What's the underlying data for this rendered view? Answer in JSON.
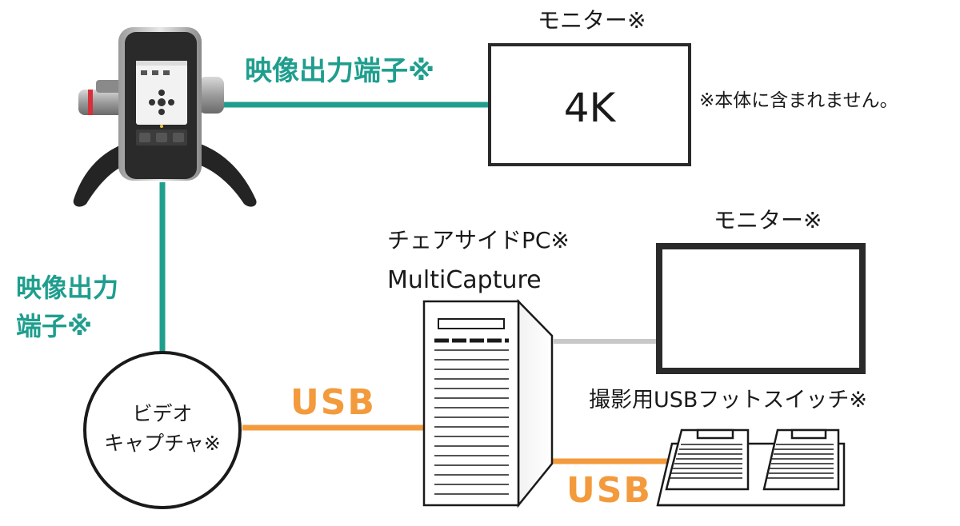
{
  "camera_to_monitor_label": "映像出力端子※",
  "camera_to_capture_label_line1": "映像出力",
  "camera_to_capture_label_line2": "端子※",
  "monitor_4k": {
    "title": "モニター※",
    "screen_text": "4K"
  },
  "not_included_note": "※本体に含まれません。",
  "pc": {
    "title_line1": "チェアサイドPC※",
    "title_line2": "MultiCapture"
  },
  "monitor_2": {
    "title": "モニター※"
  },
  "video_capture": {
    "line1": "ビデオ",
    "line2": "キャプチャ※"
  },
  "usb_label_capture": "USB",
  "usb_label_footswitch": "USB",
  "footswitch_title": "撮影用USBフットスイッチ※",
  "colors": {
    "video_cable": "#1f9e8e",
    "usb_cable": "#f39a3d",
    "monitor_cable": "#c8c8c8"
  }
}
